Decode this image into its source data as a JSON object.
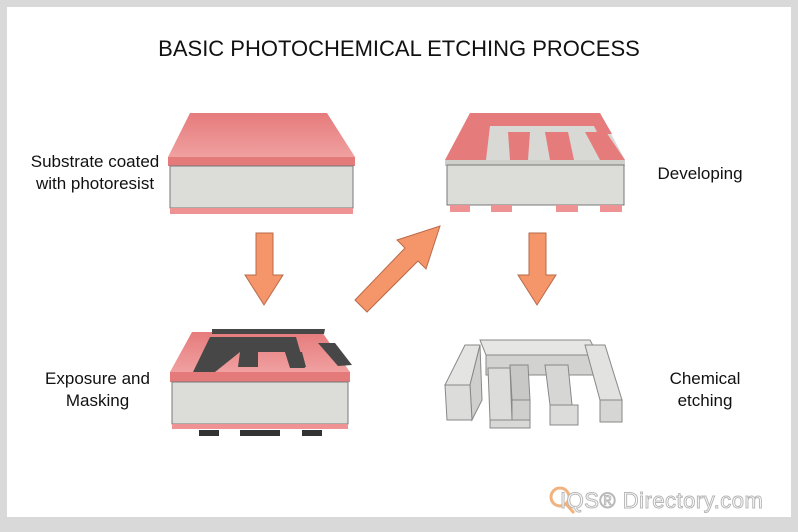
{
  "title": "BASIC PHOTOCHEMICAL ETCHING PROCESS",
  "steps": [
    {
      "label_line1": "Substrate coated",
      "label_line2": "with photoresist"
    },
    {
      "label_line1": "Developing",
      "label_line2": ""
    },
    {
      "label_line1": "Exposure and",
      "label_line2": "Masking"
    },
    {
      "label_line1": "Chemical",
      "label_line2": "etching"
    }
  ],
  "logo": "IQS® Directory.com",
  "colors": {
    "photoresist": "#e8787a",
    "substrate": "#dcdcd8",
    "mask": "#474747",
    "arrow": "#f4956a"
  }
}
